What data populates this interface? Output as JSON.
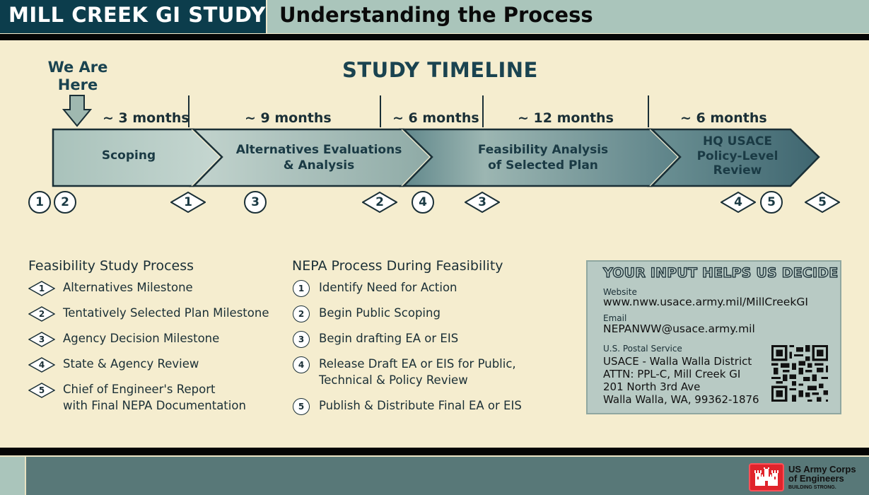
{
  "header": {
    "title": "MILL CREEK GI STUDY",
    "subtitle": "Understanding the Process"
  },
  "timeline": {
    "title": "STUDY TIMELINE",
    "we_are_here": "We Are Here",
    "phases": [
      {
        "label_lines": [
          "Scoping"
        ],
        "duration": "~ 3 months"
      },
      {
        "label_lines": [
          "Alternatives Evaluations",
          "& Analysis"
        ],
        "duration": "~ 9 months"
      },
      {
        "label_lines": [
          "",
          ""
        ],
        "duration": "~ 6 months"
      },
      {
        "label_lines": [
          "Feasibility Analysis",
          "of Selected Plan"
        ],
        "duration": "~ 12 months"
      },
      {
        "label_lines": [
          "HQ USACE",
          "Policy-Level",
          "Review"
        ],
        "duration": "~ 6 months"
      }
    ],
    "markers": [
      {
        "type": "circle",
        "value": "1"
      },
      {
        "type": "circle",
        "value": "2"
      },
      {
        "type": "diamond",
        "value": "1"
      },
      {
        "type": "circle",
        "value": "3"
      },
      {
        "type": "diamond",
        "value": "2"
      },
      {
        "type": "circle",
        "value": "4"
      },
      {
        "type": "diamond",
        "value": "3"
      },
      {
        "type": "diamond",
        "value": "4"
      },
      {
        "type": "circle",
        "value": "5"
      },
      {
        "type": "diamond",
        "value": "5"
      }
    ],
    "colors": {
      "phase_light": "#c2d3cd",
      "phase_dark": "#456c72",
      "outline": "#1a2f36"
    }
  },
  "feasibility_legend": {
    "title": "Feasibility Study Process",
    "items": [
      {
        "number": "1",
        "lines": [
          "Alternatives Milestone"
        ]
      },
      {
        "number": "2",
        "lines": [
          "Tentatively Selected Plan Milestone"
        ]
      },
      {
        "number": "3",
        "lines": [
          "Agency Decision Milestone"
        ]
      },
      {
        "number": "4",
        "lines": [
          "State & Agency Review"
        ]
      },
      {
        "number": "5",
        "lines": [
          "Chief of Engineer's Report",
          "with Final NEPA Documentation"
        ]
      }
    ]
  },
  "nepa_legend": {
    "title": "NEPA Process During Feasibility",
    "items": [
      {
        "number": "1",
        "lines": [
          "Identify Need for Action"
        ]
      },
      {
        "number": "2",
        "lines": [
          "Begin Public Scoping"
        ]
      },
      {
        "number": "3",
        "lines": [
          "Begin drafting EA or EIS"
        ]
      },
      {
        "number": "4",
        "lines": [
          "Release Draft EA or EIS for Public,",
          "Technical & Policy Review"
        ]
      },
      {
        "number": "5",
        "lines": [
          "Publish & Distribute Final EA or EIS"
        ]
      }
    ]
  },
  "contact": {
    "heading": "YOUR INPUT HELPS US DECIDE",
    "website_label": "Website",
    "website": "www.nww.usace.army.mil/MillCreekGI",
    "email_label": "Email",
    "email": "NEPANWW@usace.army.mil",
    "postal_label": "U.S. Postal Service",
    "address_lines": [
      "USACE - Walla Walla District",
      "ATTN: PPL-C, Mill Creek GI",
      "201 North 3rd Ave",
      "Walla Walla, WA, 99362-1876"
    ],
    "qr_code": "qr-code-icon"
  },
  "footer": {
    "logo_line1": "US Army Corps",
    "logo_line2": "of Engineers",
    "logo_tagline": "BUILDING STRONG.",
    "brand_color": "#e0242c"
  }
}
